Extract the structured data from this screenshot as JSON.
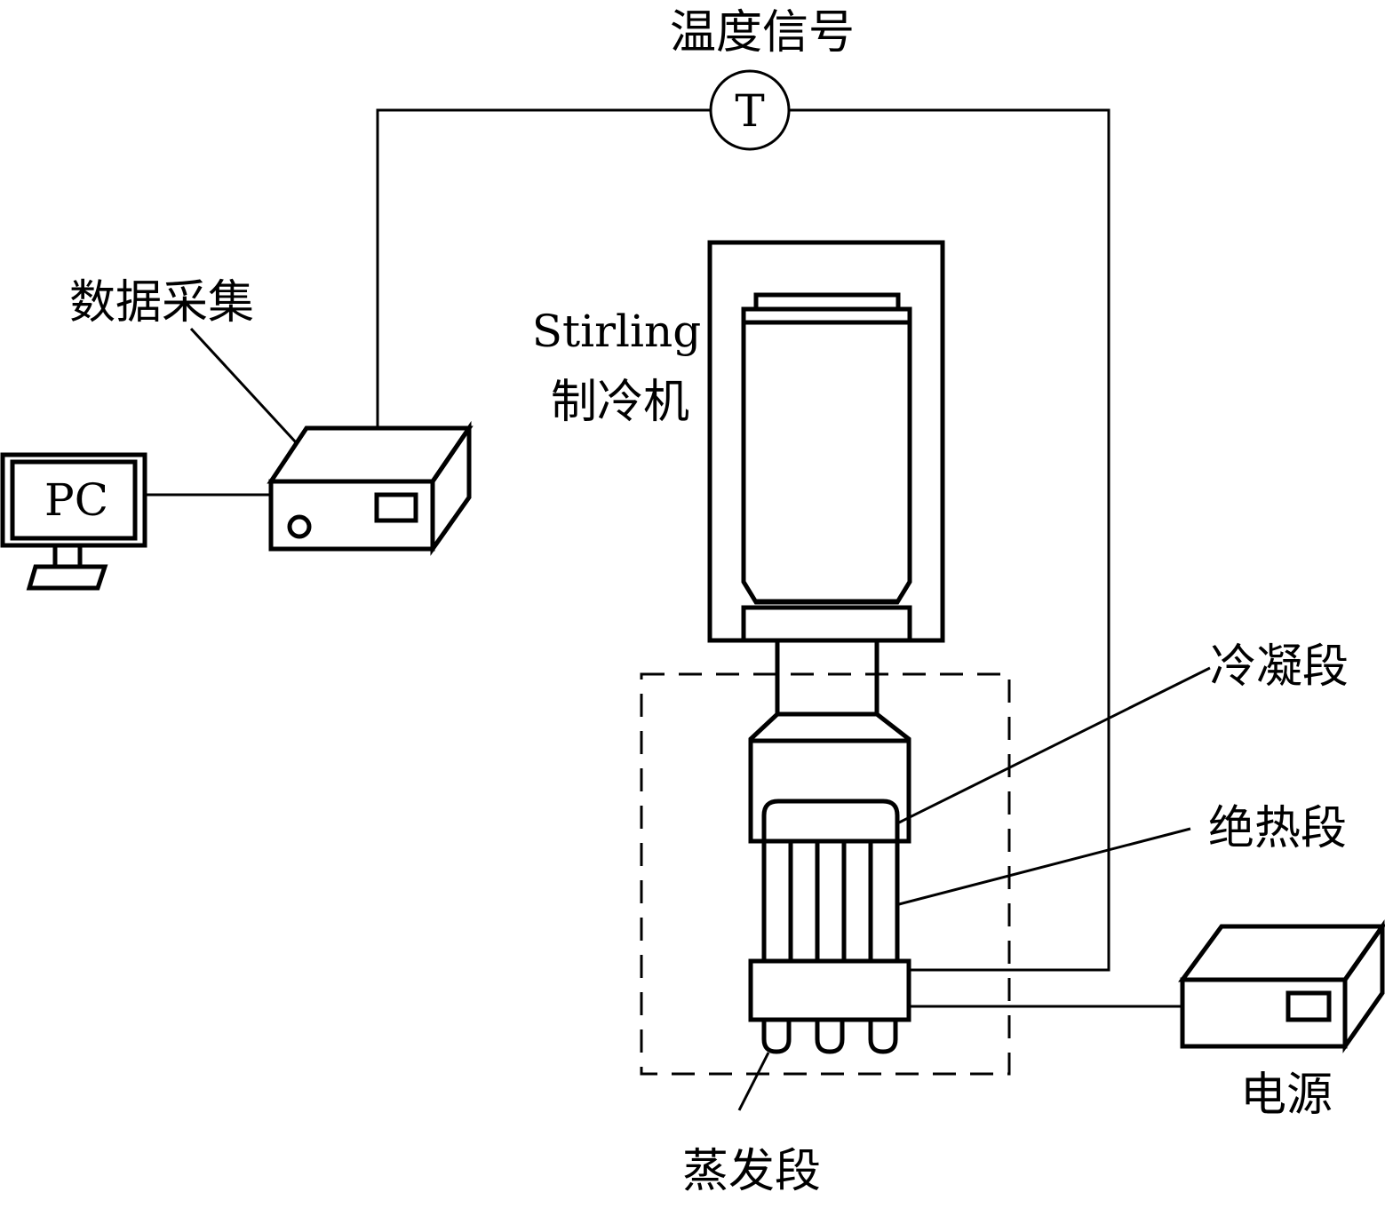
{
  "diagram": {
    "labels": {
      "temperature_signal": "温度信号",
      "thermocouple_symbol": "T",
      "data_acquisition": "数据采集",
      "pc": "PC",
      "stirling_line1": "Stirling",
      "stirling_line2": "制冷机",
      "condenser_section": "冷凝段",
      "adiabatic_section": "绝热段",
      "evaporator_section": "蒸发段",
      "power_supply": "电源"
    },
    "colors": {
      "stroke": "#000000",
      "background": "#ffffff"
    }
  }
}
